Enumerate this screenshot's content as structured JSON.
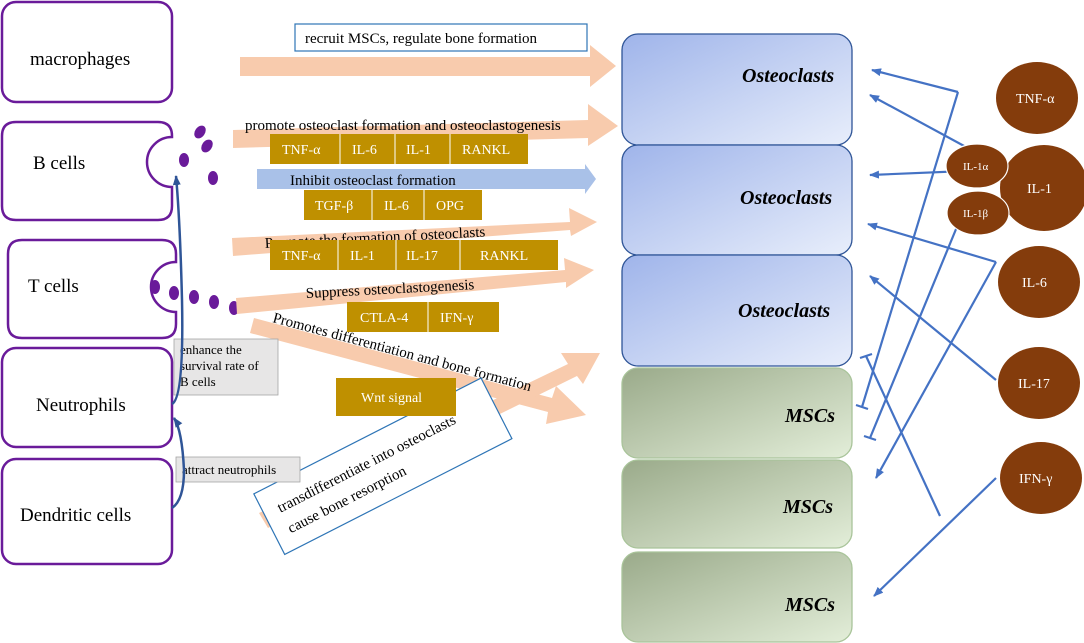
{
  "immune_cells": {
    "macrophages": "macrophages",
    "b_cells": "B cells",
    "t_cells": "T cells",
    "neutrophils": "Neutrophils",
    "dendritic_cells": "Dendritic cells"
  },
  "arrows": {
    "macrophage_effect": "recruit MSCs, regulate bone formation",
    "b_promote": "promote osteoclast formation and osteoclastogenesis",
    "b_inhibit": "Inhibit osteoclast formation",
    "t_promote": "Promote the formation of osteoclasts",
    "t_suppress": "Suppress osteoclastogenesis",
    "t_differentiation": "Promotes differentiation and bone formation",
    "dc_transdiff_line1": "transdifferentiate into osteoclasts",
    "dc_transdiff_line2": "cause bone resorption"
  },
  "factors": {
    "b_promote": [
      "TNF-α",
      "IL-6",
      "IL-1",
      "RANKL"
    ],
    "b_inhibit": [
      "TGF-β",
      "IL-6",
      "OPG"
    ],
    "t_promote": [
      "TNF-α",
      "IL-1",
      "IL-17",
      "RANKL"
    ],
    "t_suppress": [
      "CTLA-4",
      "IFN-γ"
    ],
    "t_differentiation": [
      "Wnt signal"
    ]
  },
  "notes": {
    "neutrophil_line1": "enhance the",
    "neutrophil_line2": "survival rate of",
    "neutrophil_line3": "B cells",
    "dendritic": "attract neutrophils"
  },
  "bone_cells": [
    "Osteoclasts",
    "Osteoclasts",
    "Osteoclasts",
    "MSCs",
    "MSCs",
    "MSCs"
  ],
  "cytokines": {
    "tnf": "TNF-α",
    "il1": "IL-1",
    "il1a": "IL-1α",
    "il1b": "IL-1β",
    "il6": "IL-6",
    "il17": "IL-17",
    "ifn": "IFN-γ"
  },
  "colors": {
    "cell_border": "#6a1b9a",
    "dots": "#6a1b9a",
    "peach_arrow": "#f8cbad",
    "blue_arrow": "#a9c1e8",
    "factor_fill": "#bf9000",
    "osteoclast_fill": "#c9d6f3",
    "msc_fill": "#c3d2b6",
    "cytokine_fill": "#843c0c",
    "connector": "#4472c4"
  }
}
